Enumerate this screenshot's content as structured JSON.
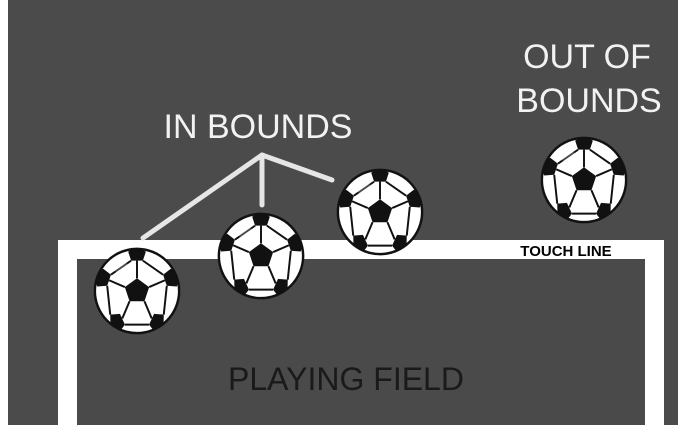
{
  "labels": {
    "in_bounds": "IN BOUNDS",
    "out_of_bounds_line1": "OUT OF",
    "out_of_bounds_line2": "BOUNDS",
    "touch_line": "TOUCH LINE",
    "playing_field": "PLAYING FIELD"
  },
  "colors": {
    "background": "#4b4b4b",
    "field": "#4a4a4a",
    "line": "#ffffff",
    "ball_white": "#ffffff",
    "ball_black": "#111111"
  },
  "icons": [
    "soccer-ball-icon"
  ]
}
